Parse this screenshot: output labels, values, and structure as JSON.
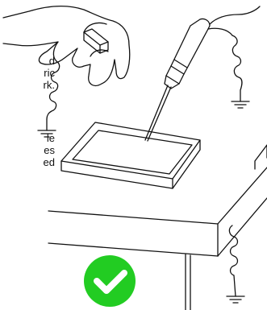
{
  "caption_top": [
    "d",
    "ric",
    "rk."
  ],
  "caption_bottom": [
    "le",
    "es",
    "ed"
  ],
  "status": {
    "icon": "checkmark-circle-icon",
    "meaning": "correct",
    "color": "#22cc22"
  },
  "colors": {
    "stroke": "#111111",
    "background": "#ffffff",
    "check_mark": "#ffffff"
  }
}
